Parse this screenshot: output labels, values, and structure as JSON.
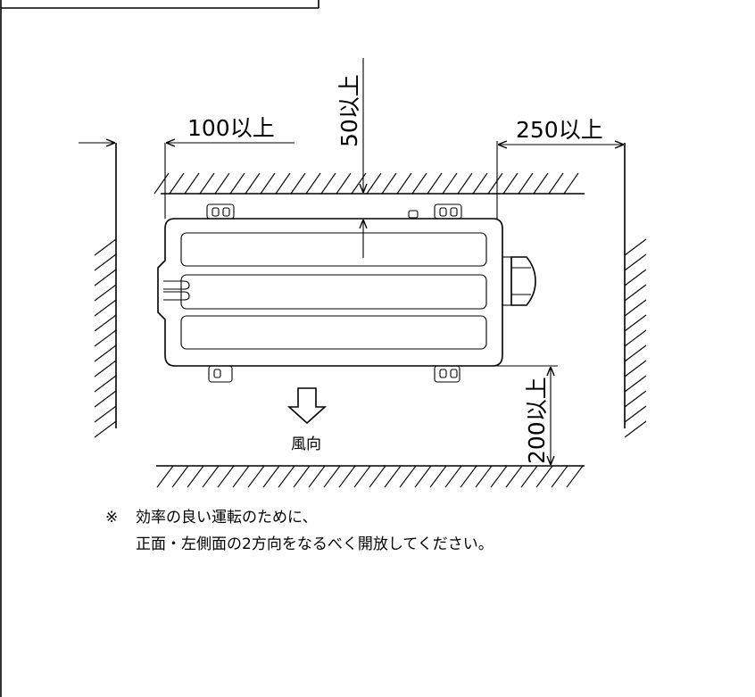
{
  "dimensions": {
    "left": "100以上",
    "top": "50以上",
    "right": "250以上",
    "front": "200以上"
  },
  "airflow_label": "風向",
  "note": {
    "mark": "※",
    "line1": "効率の良い運転のために、",
    "line2": "正面・左側面の2方向をなるべく開放してください。"
  }
}
